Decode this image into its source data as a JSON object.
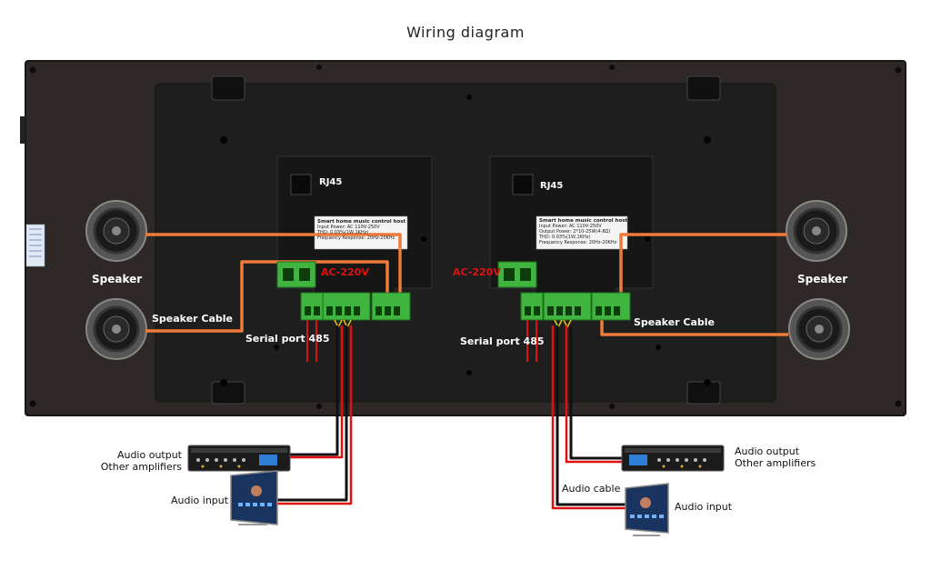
{
  "title": "Wiring diagram",
  "modules": {
    "left": {
      "rj45": "RJ45",
      "plate": [
        "Smart home music control host",
        "Input Power: AC 110V-250V",
        "THD: 0.03%(1W,1KHz)",
        "Frequency Response: 20Hz-20KHz"
      ],
      "ac": "AC-220V",
      "serial": "Serial port 485"
    },
    "right": {
      "rj45": "RJ45",
      "plate": [
        "Smart home music control host",
        "Input Power: AC 110V-250V",
        "Output Power: 2*10-25W(4-8Ω)",
        "THD: 0.03%(1W,1KHz)",
        "Frequency Response: 20Hz-20KHz"
      ],
      "ac": "AC-220V",
      "serial": "Serial port 485"
    }
  },
  "labels": {
    "speaker_left": "Speaker",
    "speaker_right": "Speaker",
    "speaker_cable_left": "Speaker Cable",
    "speaker_cable_right": "Speaker Cable",
    "audio_output_left": [
      "Audio output",
      "Other amplifiers"
    ],
    "audio_output_right": [
      "Audio output",
      "Other amplifiers"
    ],
    "audio_input_left": "Audio input",
    "audio_input_right": "Audio input",
    "audio_cable": "Audio cable"
  },
  "colors": {
    "panel": "#2e2826",
    "backplate": "#1e1e1e",
    "speaker_cable": "#f07a3a",
    "terminal_green": "#3fb53f",
    "wire_red": "#e01010",
    "wire_black": "#111111"
  }
}
